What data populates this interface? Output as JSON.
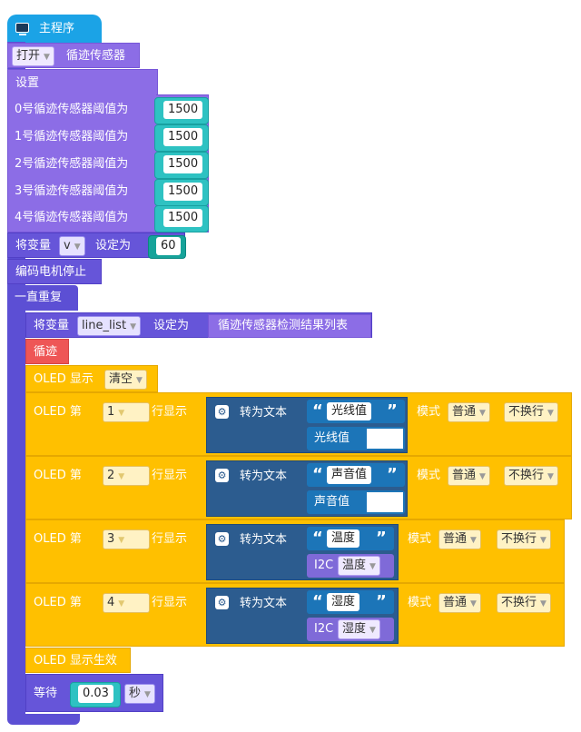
{
  "main": {
    "title": "主程序"
  },
  "open_block": {
    "open_label": "打开",
    "sensor_label": "循迹传感器"
  },
  "setup_block": {
    "label": "设置",
    "thresholds": [
      {
        "label": "0号循迹传感器阈值为",
        "value": "1500"
      },
      {
        "label": "1号循迹传感器阈值为",
        "value": "1500"
      },
      {
        "label": "2号循迹传感器阈值为",
        "value": "1500"
      },
      {
        "label": "3号循迹传感器阈值为",
        "value": "1500"
      },
      {
        "label": "4号循迹传感器阈值为",
        "value": "1500"
      }
    ]
  },
  "set_var_v": {
    "prefix": "将变量",
    "var": "v",
    "suffix": "设定为",
    "value": "60"
  },
  "motor_stop": {
    "label": "编码电机停止"
  },
  "loop": {
    "label": "一直重复"
  },
  "set_line_list": {
    "prefix": "将变量",
    "var": "line_list",
    "suffix": "设定为",
    "value_label": "循迹传感器检测结果列表"
  },
  "tracking": {
    "label": "循迹"
  },
  "oled_clear": {
    "label": "OLED 显示",
    "mode": "清空"
  },
  "oled_rows": [
    {
      "prefix": "OLED 第",
      "row": "1",
      "row_suffix": "行显示",
      "convert": "转为文本",
      "text": "光线值",
      "source": "光线值",
      "mode_label": "模式",
      "mode": "普通",
      "wrap": "不换行"
    },
    {
      "prefix": "OLED 第",
      "row": "2",
      "row_suffix": "行显示",
      "convert": "转为文本",
      "text": "声音值",
      "source": "声音值",
      "mode_label": "模式",
      "mode": "普通",
      "wrap": "不换行"
    },
    {
      "prefix": "OLED 第",
      "row": "3",
      "row_suffix": "行显示",
      "convert": "转为文本",
      "text": "温度",
      "source_prefix": "I2C",
      "source": "温度",
      "mode_label": "模式",
      "mode": "普通",
      "wrap": "不换行"
    },
    {
      "prefix": "OLED 第",
      "row": "4",
      "row_suffix": "行显示",
      "convert": "转为文本",
      "text": "湿度",
      "source_prefix": "I2C",
      "source": "湿度",
      "mode_label": "模式",
      "mode": "普通",
      "wrap": "不换行"
    }
  ],
  "oled_apply": {
    "label": "OLED 显示生效"
  },
  "wait": {
    "label": "等待",
    "value": "0.03",
    "unit": "秒"
  },
  "colors": {
    "hat": "#1ba3e6",
    "purple": "#8c6de6",
    "indigo": "#5f4ed6",
    "red": "#ee5656",
    "yellow": "#ffc000",
    "navy": "#2c5c8f",
    "cyan": "#2ec2c2",
    "teal": "#16a39a"
  }
}
